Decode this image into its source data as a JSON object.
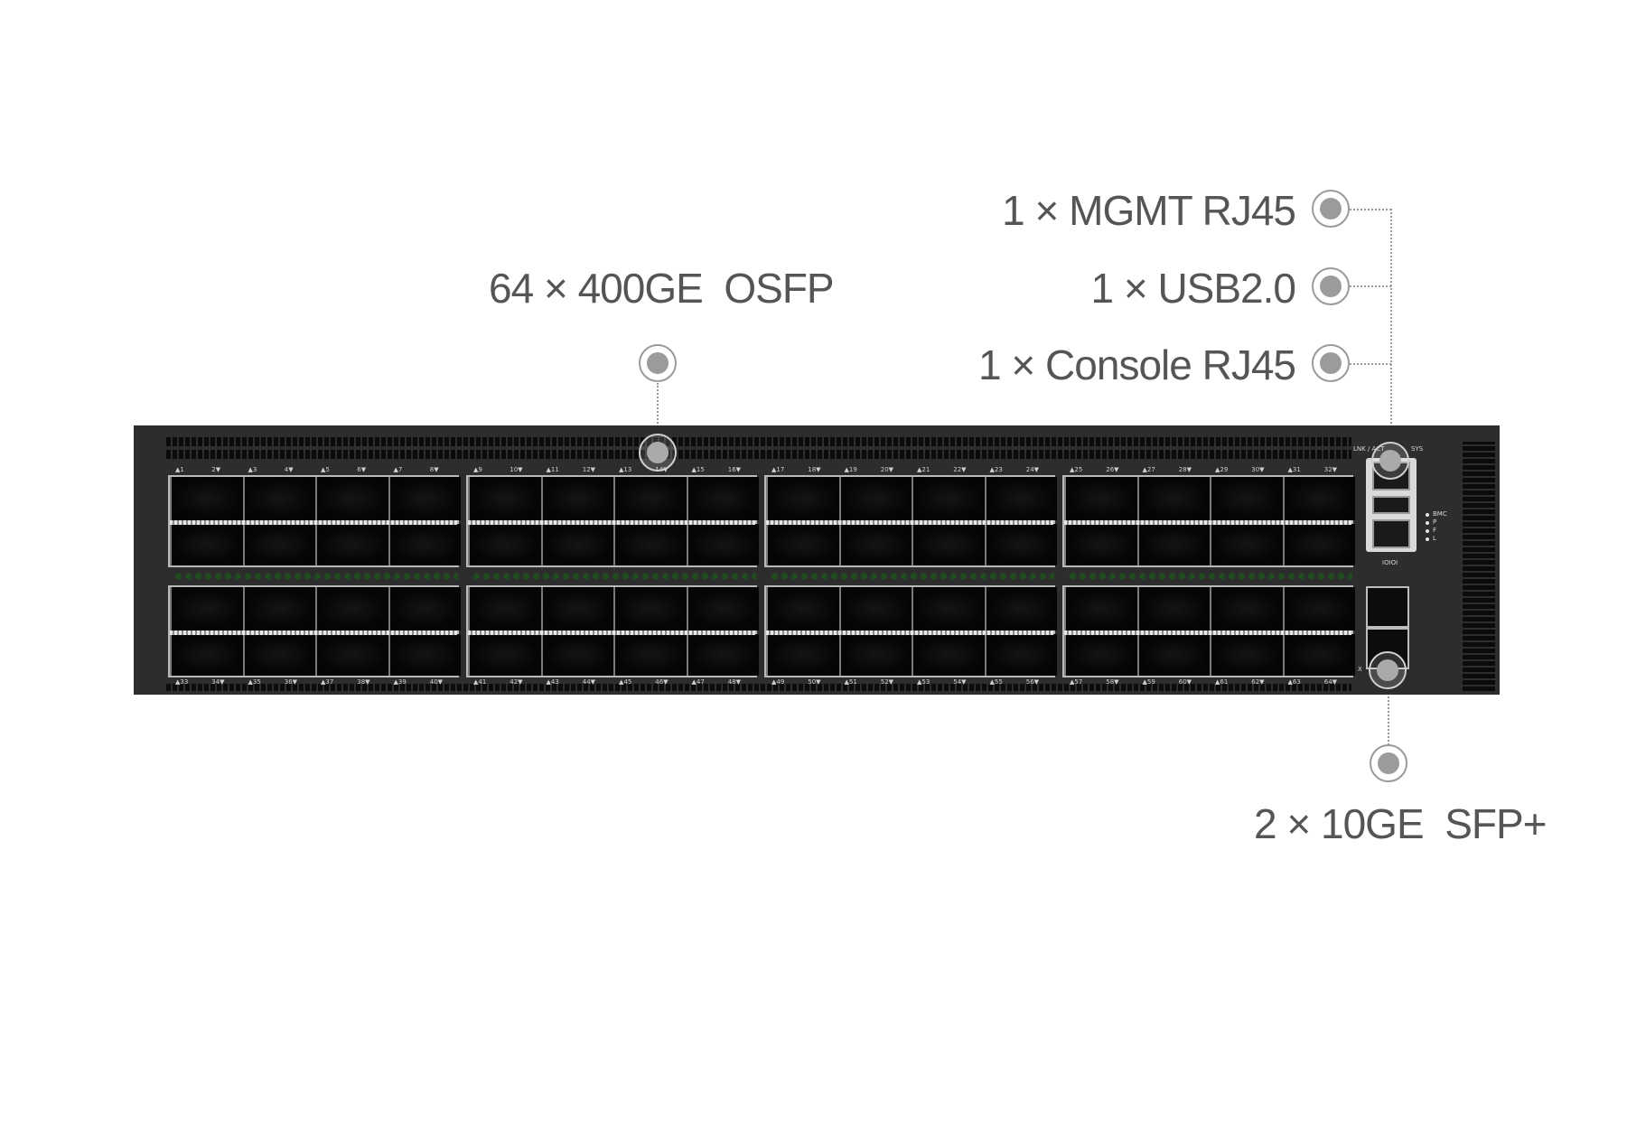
{
  "callouts": {
    "osfp": "64 × 400GE  OSFP",
    "mgmt": "1 × MGMT RJ45",
    "usb": "1 × USB2.0",
    "console": "1 × Console RJ45",
    "sfp": "2 × 10GE  SFP+"
  },
  "colors": {
    "chassis": "#2d2d2d",
    "label_text": "#555555",
    "callout_dot": "#9b9b9b",
    "status_led": "#1f4d1f"
  },
  "ports": {
    "top_labels": [
      "1",
      "2",
      "3",
      "4",
      "5",
      "6",
      "7",
      "8",
      "9",
      "10",
      "11",
      "12",
      "13",
      "14",
      "15",
      "16",
      "17",
      "18",
      "19",
      "20",
      "21",
      "22",
      "23",
      "24",
      "25",
      "26",
      "27",
      "28",
      "29",
      "30",
      "31",
      "32"
    ],
    "bottom_labels": [
      "33",
      "34",
      "35",
      "36",
      "37",
      "38",
      "39",
      "40",
      "41",
      "42",
      "43",
      "44",
      "45",
      "46",
      "47",
      "48",
      "49",
      "50",
      "51",
      "52",
      "53",
      "54",
      "55",
      "56",
      "57",
      "58",
      "59",
      "60",
      "61",
      "62",
      "63",
      "64"
    ]
  },
  "mgmt_panel": {
    "lnk_act": "LNK / ACT",
    "sys": "SYS",
    "console_mark": "IOIOI",
    "bmc": "BMC",
    "p": "P",
    "f": "F",
    "l": "L",
    "sfp_mark": "X"
  }
}
